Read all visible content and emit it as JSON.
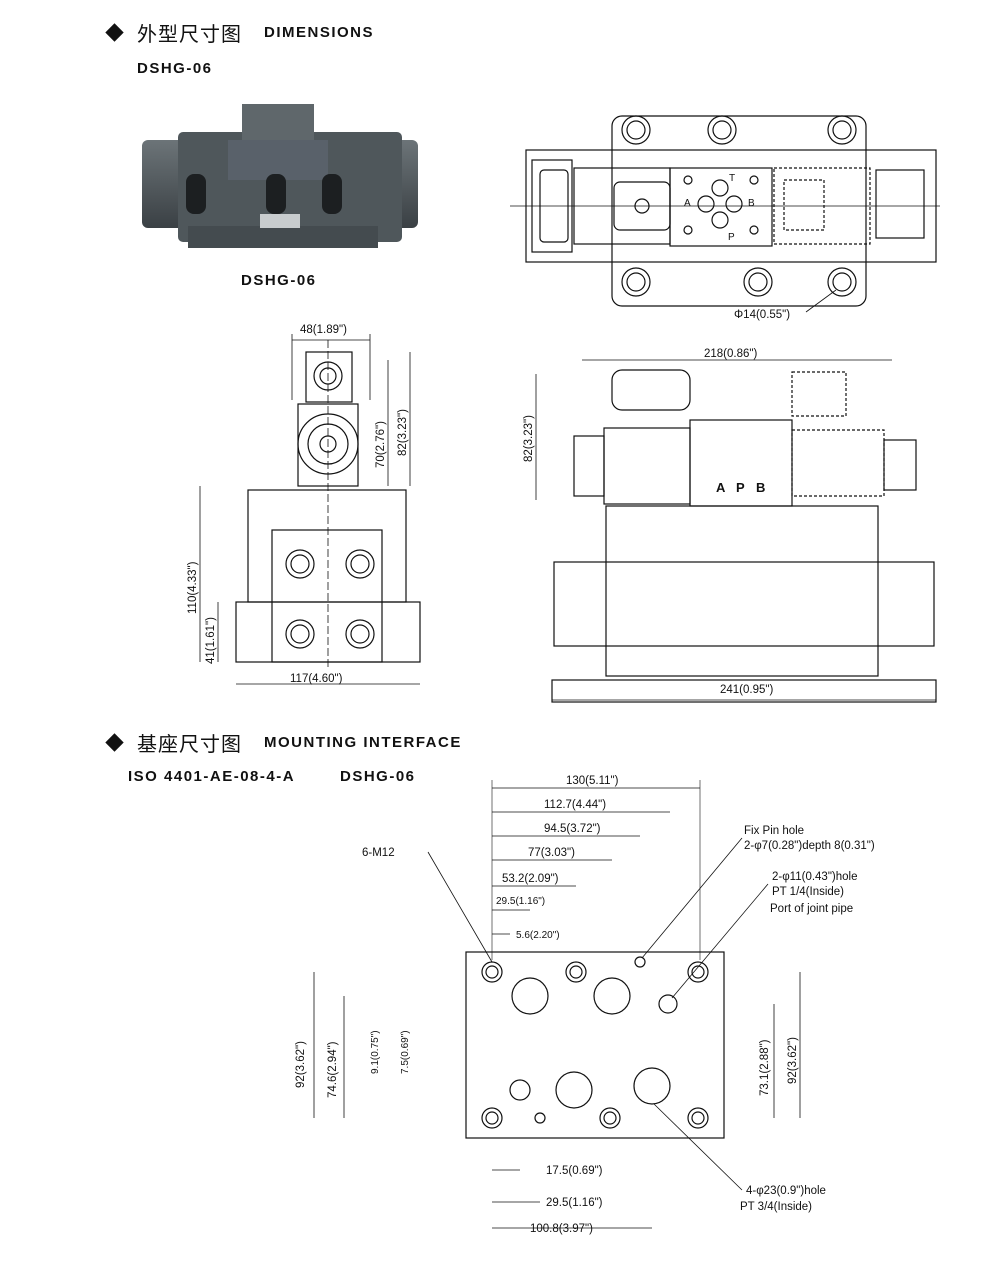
{
  "header1": {
    "cn": "外型尺寸图",
    "en": "DIMENSIONS"
  },
  "model_top": "DSHG-06",
  "photo_caption": "DSHG-06",
  "top_view": {
    "port_T": "T",
    "port_A": "A",
    "port_B": "B",
    "port_P": "P",
    "hole_label": "Φ14(0.55\")"
  },
  "end_view": {
    "width_top": "48(1.89\")",
    "h70": "70(2.76\")",
    "h82": "82(3.23\")",
    "h110": "110(4.33\")",
    "h41": "41(1.61\")",
    "width_bottom": "117(4.60\")"
  },
  "side_view": {
    "top_len": "218(0.86\")",
    "h82": "82(3.23\")",
    "port_A": "A",
    "port_P": "P",
    "port_B": "B",
    "bottom_len": "241(0.95\")"
  },
  "header2": {
    "cn": "基座尺寸图",
    "en": "MOUNTING INTERFACE"
  },
  "iso_label": "ISO 4401-AE-08-4-A",
  "model_mount": "DSHG-06",
  "mount": {
    "d130": "130(5.11\")",
    "d112": "112.7(4.44\")",
    "d94": "94.5(3.72\")",
    "d77": "77(3.03\")",
    "d53": "53.2(2.09\")",
    "d29top": "29.5(1.16\")",
    "d56": "5.6(2.20\")",
    "m12": "6-M12",
    "fixpin1": "Fix Pin hole",
    "fixpin2": "2-φ7(0.28\")depth 8(0.31\")",
    "hole11_1": "2-φ11(0.43\")hole",
    "hole11_2": "PT 1/4(Inside)",
    "hole11_3": "Port of joint pipe",
    "v92l": "92(3.62\")",
    "v746": "74.6(2.94\")",
    "v91": "9.1(0.75\")",
    "v75": "7.5(0.69\")",
    "v731": "73.1(2.88\")",
    "v92r": "92(3.62\")",
    "d175": "17.5(0.69\")",
    "d295": "29.5(1.16\")",
    "d1008": "100.8(3.97\")",
    "hole23_1": "4-φ23(0.9\")hole",
    "hole23_2": "PT 3/4(Inside)"
  }
}
